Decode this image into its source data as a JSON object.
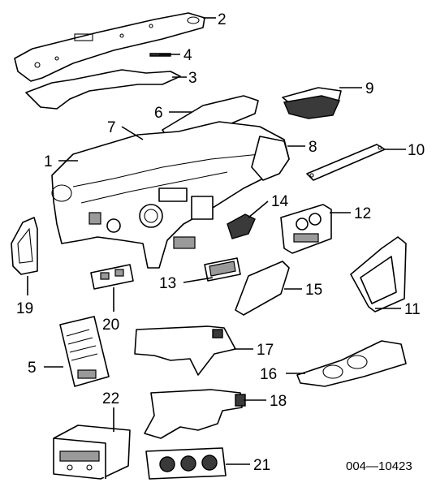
{
  "diagram": {
    "reference_number": "004—10423",
    "parts": [
      {
        "id": "1",
        "label": "1"
      },
      {
        "id": "2",
        "label": "2"
      },
      {
        "id": "3",
        "label": "3"
      },
      {
        "id": "4",
        "label": "4"
      },
      {
        "id": "5",
        "label": "5"
      },
      {
        "id": "6",
        "label": "6"
      },
      {
        "id": "7",
        "label": "7"
      },
      {
        "id": "8",
        "label": "8"
      },
      {
        "id": "9",
        "label": "9"
      },
      {
        "id": "10",
        "label": "10"
      },
      {
        "id": "11",
        "label": "11"
      },
      {
        "id": "12",
        "label": "12"
      },
      {
        "id": "13",
        "label": "13"
      },
      {
        "id": "14",
        "label": "14"
      },
      {
        "id": "15",
        "label": "15"
      },
      {
        "id": "16",
        "label": "16"
      },
      {
        "id": "17",
        "label": "17"
      },
      {
        "id": "18",
        "label": "18"
      },
      {
        "id": "19",
        "label": "19"
      },
      {
        "id": "20",
        "label": "20"
      },
      {
        "id": "21",
        "label": "21"
      },
      {
        "id": "22",
        "label": "22"
      }
    ]
  }
}
